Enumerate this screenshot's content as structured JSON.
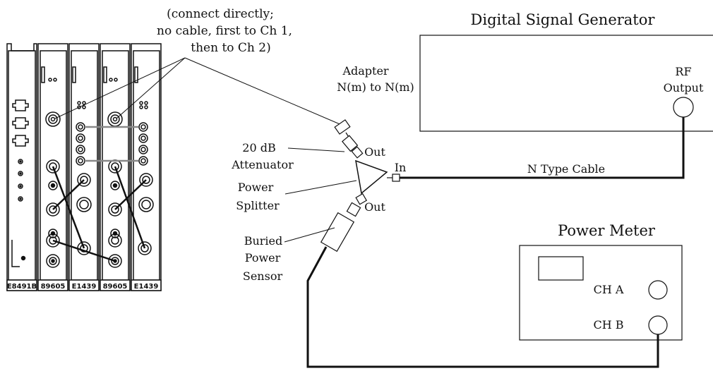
{
  "diagram": {
    "note": {
      "line1": "(connect directly;",
      "line2": "no cable, first to Ch 1,",
      "line3": "then to Ch 2)"
    },
    "signal_generator": {
      "title": "Digital Signal Generator",
      "rf_label_1": "RF",
      "rf_label_2": "Output"
    },
    "adapter": {
      "line1": "Adapter",
      "line2": "N(m) to N(m)"
    },
    "attenuator": {
      "line1": "20 dB",
      "line2": "Attenuator"
    },
    "splitter": {
      "line1": "Power",
      "line2": "Splitter",
      "port_out_top": "Out",
      "port_out_bottom": "Out",
      "port_in": "In"
    },
    "cable_label": "N Type Cable",
    "sensor": {
      "line1": "Buried",
      "line2": "Power",
      "line3": "Sensor"
    },
    "power_meter": {
      "title": "Power Meter",
      "ch_a": "CH A",
      "ch_b": "CH B"
    },
    "modules": [
      "E8491B",
      "89605",
      "E1439",
      "89605",
      "E1439"
    ]
  }
}
